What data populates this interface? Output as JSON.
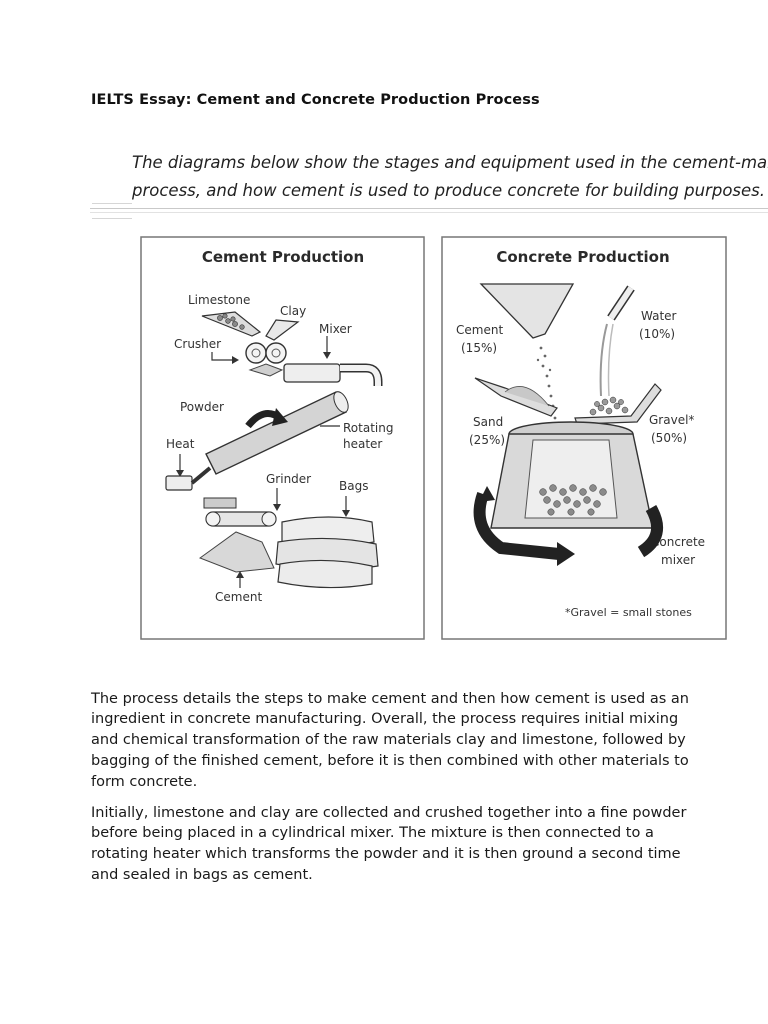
{
  "document": {
    "title": "IELTS Essay: Cement and Concrete Production Process",
    "prompt_line1": "The diagrams below show the stages and equipment used in the cement-making",
    "prompt_line2": "process, and how cement is used to produce concrete for building purposes."
  },
  "diagram": {
    "cement_panel": {
      "title": "Cement Production",
      "labels": {
        "limestone": "Limestone",
        "clay": "Clay",
        "mixer": "Mixer",
        "crusher": "Crusher",
        "powder": "Powder",
        "rotating_heater_1": "Rotating",
        "rotating_heater_2": "heater",
        "heat": "Heat",
        "grinder": "Grinder",
        "bags": "Bags",
        "cement": "Cement"
      }
    },
    "concrete_panel": {
      "title": "Concrete Production",
      "labels": {
        "cement_1": "Cement",
        "cement_2": "(15%)",
        "water_1": "Water",
        "water_2": "(10%)",
        "sand_1": "Sand",
        "sand_2": "(25%)",
        "gravel_1": "Gravel*",
        "gravel_2": "(50%)",
        "mixer_1": "Concrete",
        "mixer_2": "mixer",
        "footnote": "*Gravel = small stones"
      }
    }
  },
  "paragraphs": [
    "The process details the steps to make cement and then how cement is used as an ingredient in concrete manufacturing. Overall, the process requires initial mixing and chemical transformation of the raw materials clay and limestone, followed by bagging of the finished cement, before it is then combined with other materials to form concrete.",
    "Initially, limestone and clay are collected and crushed together into a fine powder before being placed in a cylindrical mixer. The mixture is then connected to a rotating heater which transforms the powder and it is then ground a second time and sealed in bags as cement."
  ]
}
